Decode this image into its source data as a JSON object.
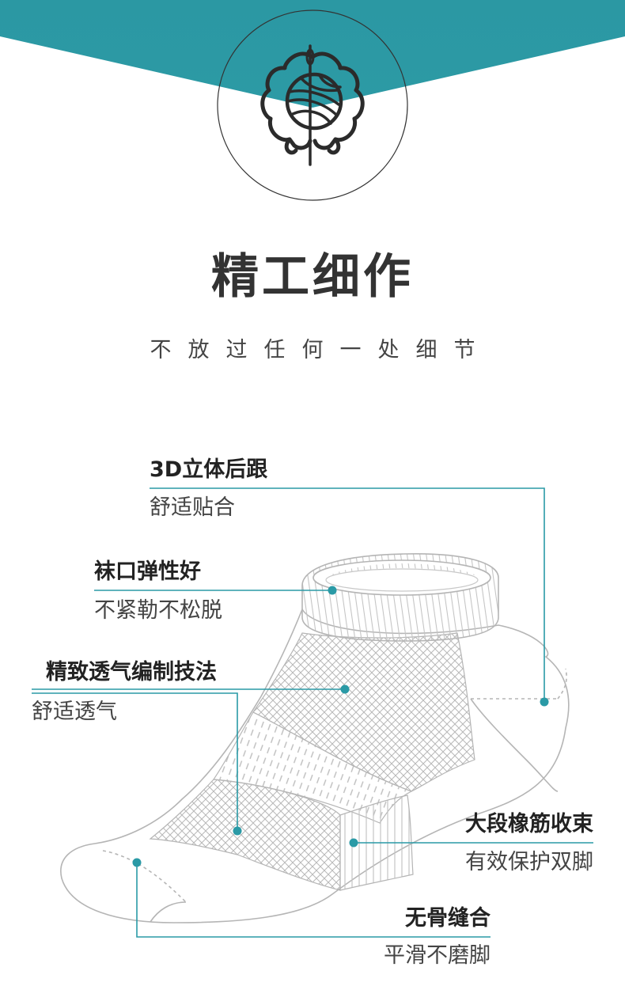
{
  "header": {
    "title": "精工细作",
    "subtitle": "不放过任何一处细节"
  },
  "features": [
    {
      "title": "3D立体后跟",
      "desc": "舒适贴合"
    },
    {
      "title": "袜口弹性好",
      "desc": "不紧勒不松脱"
    },
    {
      "title": "精致透气编制技法",
      "desc": "舒适透气"
    },
    {
      "title": "大段橡筋收束",
      "desc": "有效保护双脚"
    },
    {
      "title": "无骨缝合",
      "desc": "平滑不磨脚"
    }
  ],
  "icons": {
    "badge": "yarn-ball-needle-icon"
  },
  "colors": {
    "accent": "#2a9aa6",
    "text": "#333333",
    "sock_line": "#b5b5b5"
  }
}
